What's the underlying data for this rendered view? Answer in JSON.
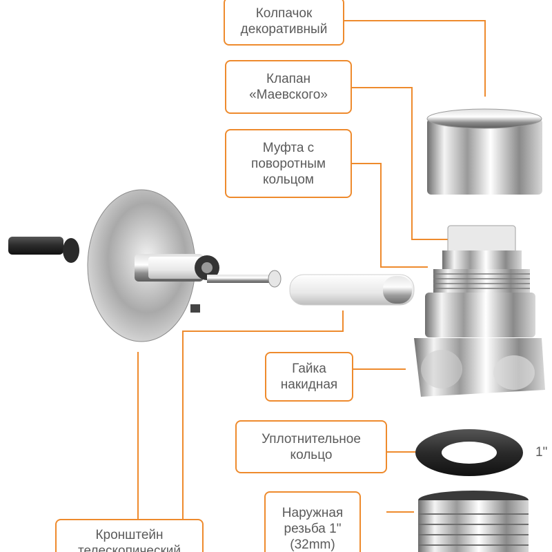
{
  "colors": {
    "accent": "#ee8a2c",
    "text": "#5a5a5a"
  },
  "labels": {
    "cap": [
      "Колпачок",
      "декоративный"
    ],
    "valve": [
      "Клапан",
      "«Маевского»"
    ],
    "coupling": [
      "Муфта с",
      "поворотным",
      "кольцом"
    ],
    "nut": [
      "Гайка",
      "накидная"
    ],
    "seal": [
      "Уплотнительное",
      "кольцо"
    ],
    "thread": [
      "Наружная",
      "резьба 1\"",
      "(32mm)"
    ],
    "bracket": [
      "Кронштейн",
      "телескопический"
    ],
    "seal_size": "1\""
  }
}
